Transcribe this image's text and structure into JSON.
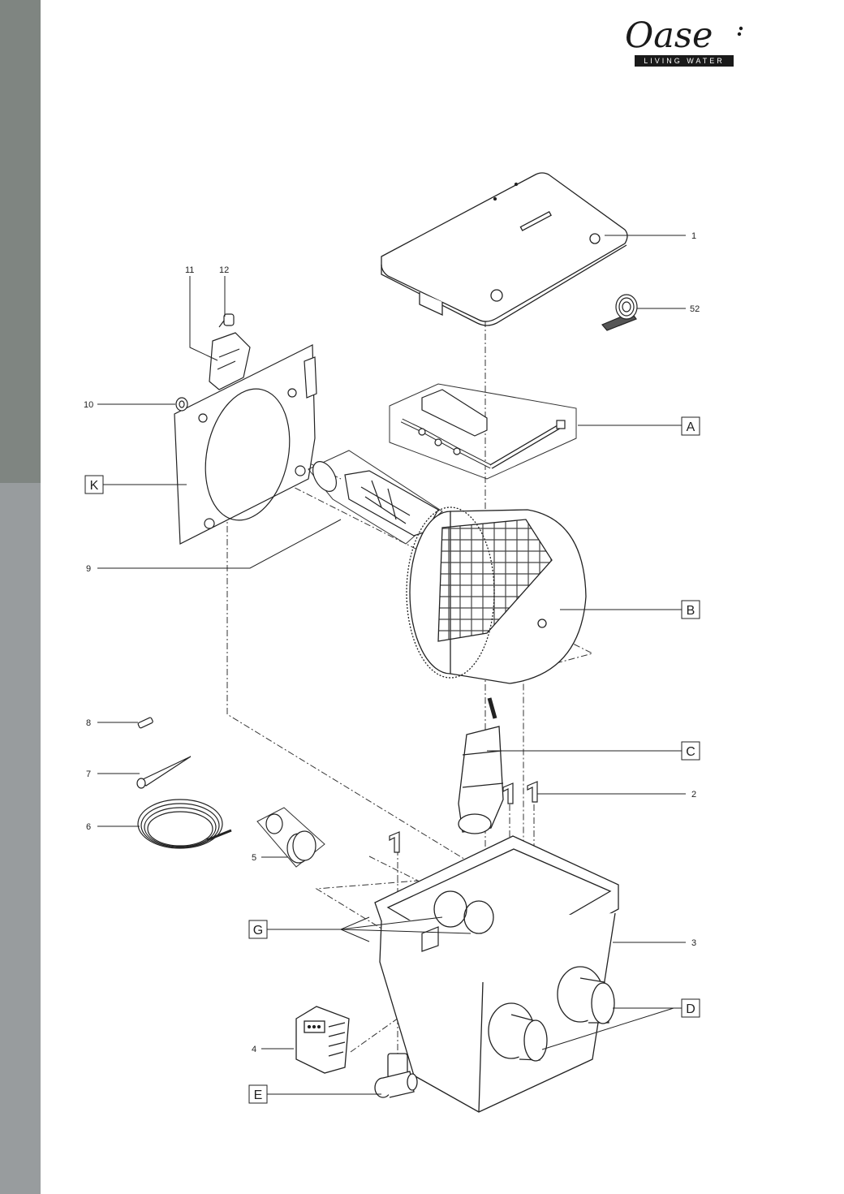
{
  "brand": {
    "name": "Oase",
    "tagline": "LIVING WATER",
    "colors": {
      "sidebar_top": "#7f8581",
      "sidebar_bottom": "#989c9e",
      "ink": "#1a1a1a"
    }
  },
  "labels": {
    "n1": "1",
    "n2": "2",
    "n3": "3",
    "n4": "4",
    "n5": "5",
    "n6": "6",
    "n7": "7",
    "n8": "8",
    "n9": "9",
    "n10": "10",
    "n11": "11",
    "n12": "12",
    "n52": "52",
    "A": "A",
    "B": "B",
    "C": "C",
    "D": "D",
    "E": "E",
    "G": "G",
    "K": "K"
  }
}
